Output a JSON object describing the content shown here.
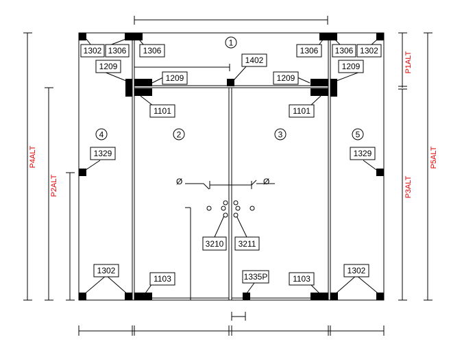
{
  "panel_numbers": {
    "p1": "1",
    "p2": "2",
    "p3": "3",
    "p4": "4",
    "p5": "5"
  },
  "parts": {
    "r1302": "1302",
    "r1306": "1306",
    "r1209": "1209",
    "r1101": "1101",
    "r1103": "1103",
    "r1329": "1329",
    "r1402": "1402",
    "r1335p": "1335P",
    "r3210": "3210",
    "r3211": "3211"
  },
  "symbols": {
    "diameter": "Ø"
  },
  "altitudes": {
    "p1": "P1ALT",
    "p2": "P2ALT",
    "p3": "P3ALT",
    "p4": "P4ALT",
    "p5": "P5ALT"
  },
  "colors": {
    "line": "#000000",
    "altitude_label": "#e00000"
  }
}
